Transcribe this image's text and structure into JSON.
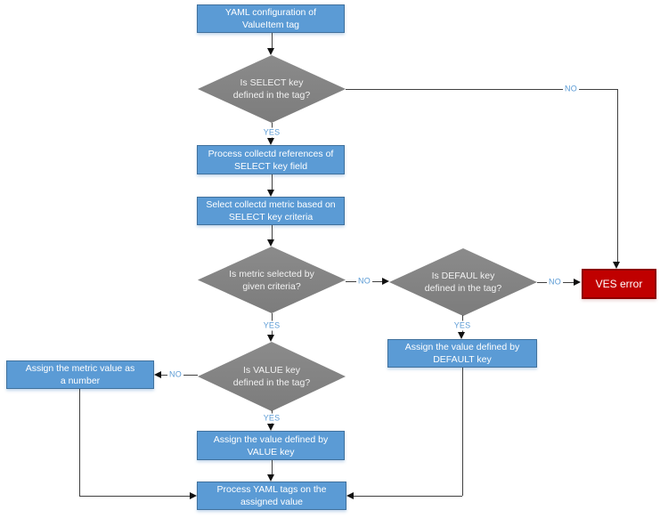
{
  "flowchart": {
    "nodes": {
      "start": "YAML configuration of ValueItem tag",
      "select_decision": "Is SELECT key defined in the tag?",
      "process_references": "Process collectd references of SELECT key field",
      "select_metric": "Select collectd metric based on SELECT key criteria",
      "metric_decision": "Is metric selected by given criteria?",
      "default_decision": "Is DEFAUL key defined in the tag?",
      "ves_error": "VES error",
      "assign_default": "Assign the value defined by DEFAULT key",
      "value_decision": "Is VALUE key defined in the tag?",
      "assign_number": "Assign the metric value as a number",
      "assign_value": "Assign the value defined by VALUE key",
      "process_yaml": "Process YAML tags on the assigned value"
    },
    "labels": {
      "yes": "YES",
      "no": "NO"
    },
    "colors": {
      "process-fill": "#5B9BD5",
      "process-border": "#41719C",
      "decision-fill": "#7C7C7C",
      "error-fill": "#C00000",
      "error-border": "#8E0000",
      "edge-label": "#5B9BD5",
      "line": "#404040"
    }
  }
}
